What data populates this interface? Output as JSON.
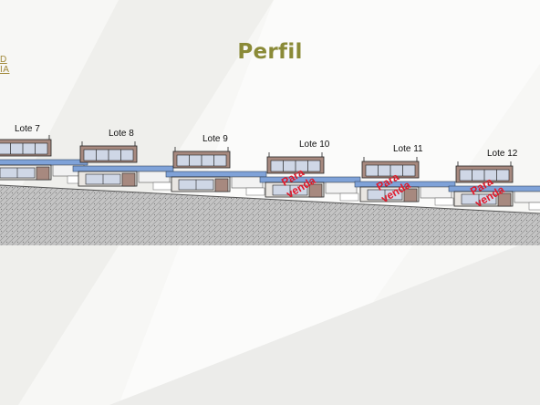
{
  "page": {
    "title": "Perfil",
    "logo_line1": "D",
    "logo_line2": "IA"
  },
  "colors": {
    "title": "#8a8a37",
    "logo": "#a08838",
    "wall": "#a7897f",
    "glass": "#cfd7e6",
    "deck": "#7fa2d8",
    "terrain": "#bdbdbd",
    "sale_stamp": "#e0192b"
  },
  "lots": [
    {
      "label": "Lote 7",
      "status": ""
    },
    {
      "label": "Lote 8",
      "status": ""
    },
    {
      "label": "Lote 9",
      "status": ""
    },
    {
      "label": "Lote 10",
      "status": "Para venda"
    },
    {
      "label": "Lote 11",
      "status": "Para venda"
    },
    {
      "label": "Lote 12",
      "status": "Para venda"
    }
  ],
  "sale_stamp": {
    "line1": "Para",
    "line2": "venda"
  }
}
